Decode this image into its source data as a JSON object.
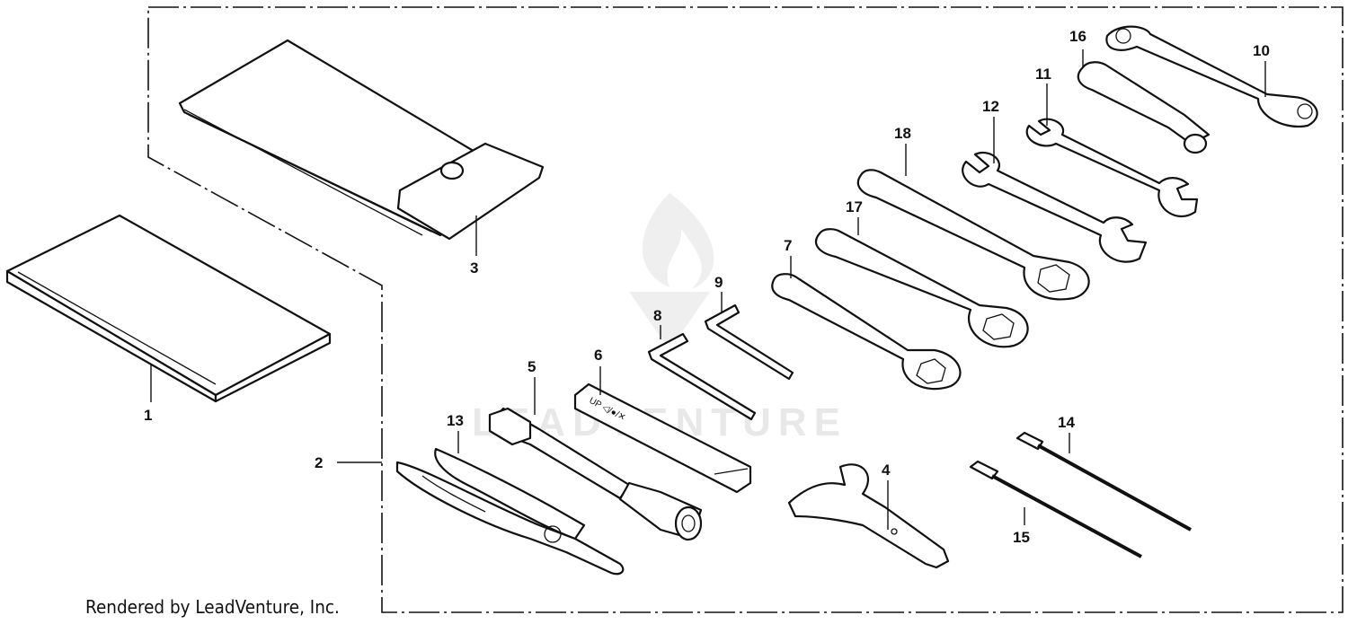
{
  "watermark": {
    "text": "LEADVENTURE"
  },
  "footer": {
    "credit": "Rendered by LeadVenture, Inc."
  },
  "callouts": [
    {
      "id": "c1",
      "label": "1"
    },
    {
      "id": "c2",
      "label": "2"
    },
    {
      "id": "c3",
      "label": "3"
    },
    {
      "id": "c4",
      "label": "4"
    },
    {
      "id": "c5",
      "label": "5"
    },
    {
      "id": "c6",
      "label": "6"
    },
    {
      "id": "c7",
      "label": "7"
    },
    {
      "id": "c8",
      "label": "8"
    },
    {
      "id": "c9",
      "label": "9"
    },
    {
      "id": "c10",
      "label": "10"
    },
    {
      "id": "c11",
      "label": "11"
    },
    {
      "id": "c12",
      "label": "12"
    },
    {
      "id": "c13",
      "label": "13"
    },
    {
      "id": "c14",
      "label": "14"
    },
    {
      "id": "c15",
      "label": "15"
    },
    {
      "id": "c16",
      "label": "16"
    },
    {
      "id": "c17",
      "label": "17"
    },
    {
      "id": "c18",
      "label": "18"
    }
  ]
}
